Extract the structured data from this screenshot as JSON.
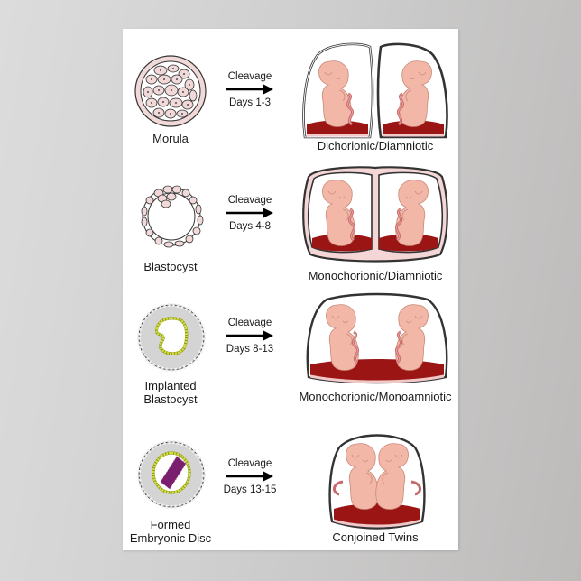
{
  "poster": {
    "rows": [
      {
        "stage": {
          "label": "Morula",
          "icon": "morula-icon"
        },
        "arrow": {
          "top": "Cleavage",
          "bottom": "Days 1-3"
        },
        "result": {
          "label": "Dichorionic/Diamniotic",
          "icon": "dichorionic-diamniotic-twins-icon"
        }
      },
      {
        "stage": {
          "label": "Blastocyst",
          "icon": "blastocyst-icon"
        },
        "arrow": {
          "top": "Cleavage",
          "bottom": "Days 4-8"
        },
        "result": {
          "label": "Monochorionic/Diamniotic",
          "icon": "monochorionic-diamniotic-twins-icon"
        }
      },
      {
        "stage": {
          "label_line1": "Implanted",
          "label_line2": "Blastocyst",
          "icon": "implanted-blastocyst-icon"
        },
        "arrow": {
          "top": "Cleavage",
          "bottom": "Days 8-13"
        },
        "result": {
          "label": "Monochorionic/Monoamniotic",
          "icon": "monochorionic-monoamniotic-twins-icon"
        }
      },
      {
        "stage": {
          "label_line1": "Formed",
          "label_line2": "Embryonic Disc",
          "icon": "embryonic-disc-icon"
        },
        "arrow": {
          "top": "Cleavage",
          "bottom": "Days 13-15"
        },
        "result": {
          "label": "Conjoined Twins",
          "icon": "conjoined-twins-icon"
        }
      }
    ],
    "colors": {
      "cell_fill": "#f2d9d9",
      "fetus": "#f2b7a6",
      "placenta": "#9b1515",
      "membrane": "#f5d6d6",
      "yellow_cells": "#d9e04a",
      "purple_disc": "#7a1f6e",
      "implant_gray": "#d4d4d4"
    }
  }
}
